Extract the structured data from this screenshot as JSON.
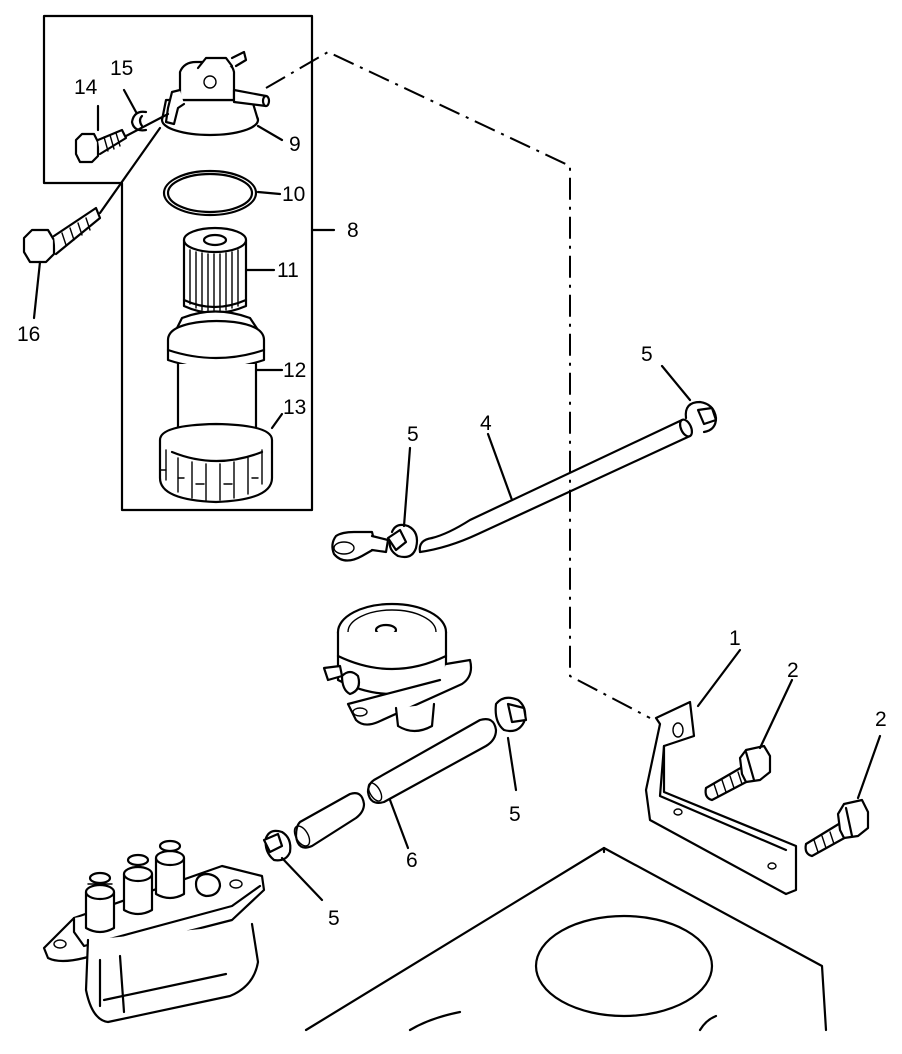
{
  "callouts": {
    "c1": "1",
    "c2a": "2",
    "c2b": "2",
    "c4": "4",
    "c5a": "5",
    "c5b": "5",
    "c5c": "5",
    "c5d": "5",
    "c6": "6",
    "c8": "8",
    "c9": "9",
    "c10": "10",
    "c11": "11",
    "c12": "12",
    "c13": "13",
    "c14": "14",
    "c15": "15",
    "c16": "16"
  }
}
